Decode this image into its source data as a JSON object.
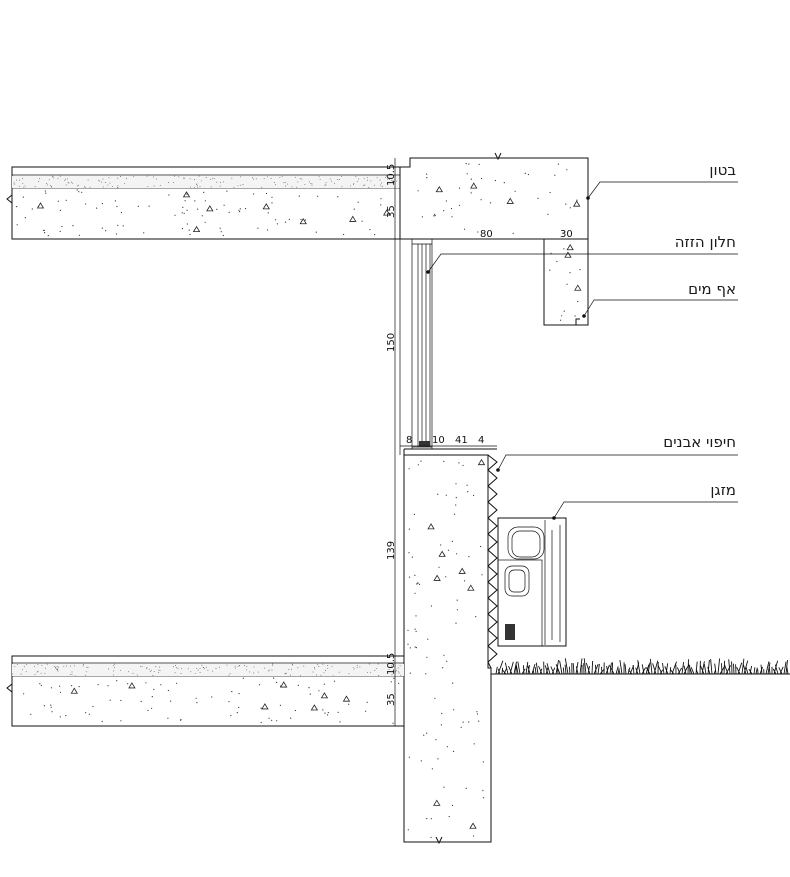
{
  "labels": {
    "concrete": "בטון",
    "tilt_window": "חלון הזזה",
    "drip_edge": "אף מים",
    "stone_cladding": "חיפוי אבנים",
    "air_conditioner": "מזגן"
  },
  "dimensions": {
    "upper_floor_finish": "10.5",
    "upper_slab": "35",
    "lintel_depth": "80",
    "lintel_drip": "30",
    "window_height": "150",
    "sill_8": "8",
    "sill_10": "10",
    "sill_41": "41",
    "sill_4": "4",
    "parapet_height": "139",
    "lower_floor_finish": "10.5",
    "lower_slab": "35"
  }
}
